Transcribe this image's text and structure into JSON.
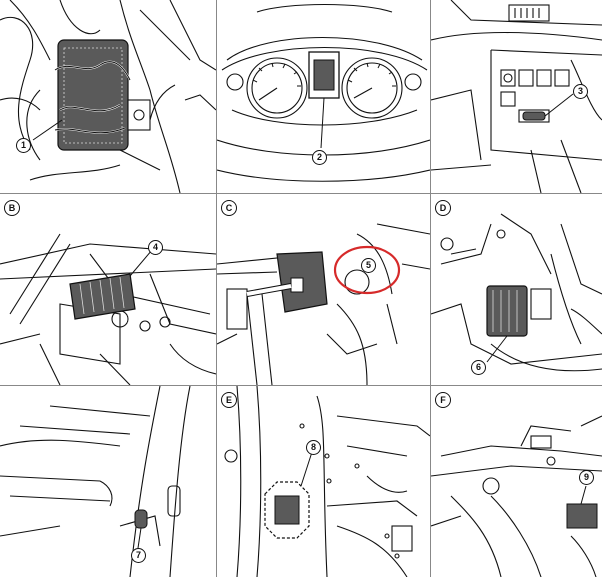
{
  "section_labels": {
    "b": "B",
    "c": "C",
    "d": "D",
    "e": "E",
    "f": "F"
  },
  "callouts": {
    "n1": "1",
    "n2": "2",
    "n3": "3",
    "n4": "4",
    "n5": "5",
    "n6": "6",
    "n7": "7",
    "n8": "8",
    "n9": "9"
  },
  "colors": {
    "line": "#111111",
    "dotted_fill": "#5a5a5a",
    "highlight_circle": "#d62a2a",
    "divider": "#888888"
  }
}
